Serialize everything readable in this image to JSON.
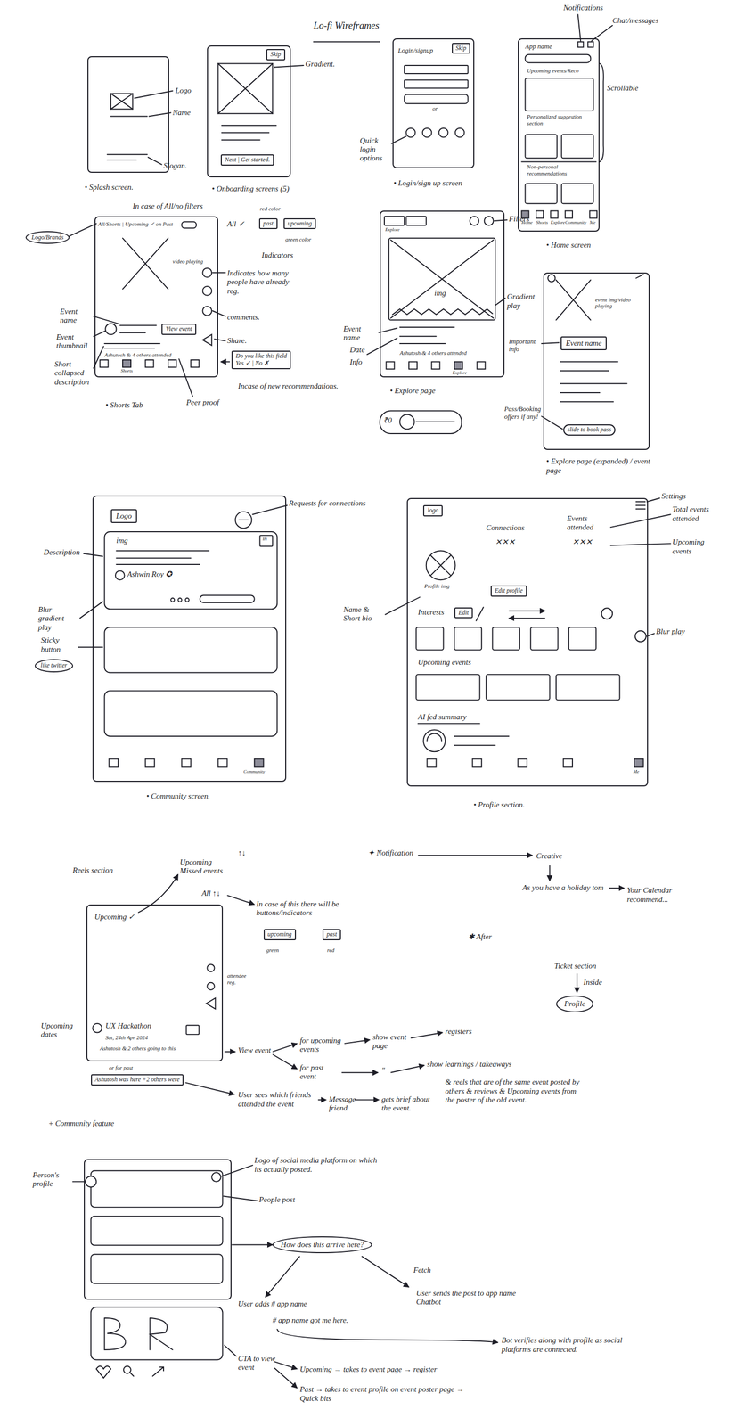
{
  "diagram": {
    "title": "Lo-fi Wireframes",
    "nodes": [
      {
        "text": [
          "• Splash screen."
        ]
      },
      {
        "text": [
          "• Onboarding screens (5)"
        ]
      },
      {
        "text": [
          "Skip"
        ],
        "in": 1
      },
      {
        "text": [
          "Next | Get started."
        ],
        "in": 1
      },
      {
        "text": [
          "• Login/sign up screen"
        ]
      },
      {
        "text": [
          "Skip"
        ],
        "in": 4
      },
      {
        "text": [
          "• Home screen"
        ]
      },
      {
        "text": [
          "• Shorts Tab"
        ]
      },
      {
        "text": [
          "View event"
        ],
        "in": 7
      },
      {
        "text": [
          "• Explore page"
        ]
      },
      {
        "text": [
          "• Explore page (expanded) / event page"
        ]
      },
      {
        "text": [
          "Event name"
        ],
        "in": 10
      },
      {
        "text": [
          "slide to book pass"
        ],
        "in": 10
      },
      {
        "text": [
          "Do you like this field",
          "Yes ✓ | No ✗"
        ]
      },
      {
        "text": [
          "past"
        ]
      },
      {
        "text": [
          "upcoming"
        ]
      },
      {
        "text": [
          "Logo/Brands"
        ]
      },
      {
        "text": [
          "• Community screen."
        ]
      },
      {
        "text": [
          "Logo"
        ],
        "in": 17
      },
      {
        "text": [
          "like twitter"
        ]
      },
      {
        "text": [
          "• Profile section."
        ]
      },
      {
        "text": [
          "logo"
        ],
        "in": 20
      },
      {
        "text": [
          "Edit profile"
        ],
        "in": 20
      },
      {
        "text": [
          "Edit"
        ],
        "in": 20
      },
      {
        "text": [
          "Upcoming ✓"
        ]
      },
      {
        "text": [
          "Ashutosh was here +2 others were"
        ]
      },
      {
        "text": [
          "upcoming"
        ]
      },
      {
        "text": [
          "past"
        ]
      },
      {
        "text": [
          "Profile"
        ]
      },
      {
        "text": [
          "+ Community feature"
        ]
      },
      {
        "text": [
          "How does this arrive here?"
        ]
      }
    ],
    "edges": [
      {
        "from": 29,
        "to": 30,
        "arrow": "to"
      }
    ],
    "labels": [
      "Logo",
      "Name",
      "Slogan.",
      "Gradient.",
      "Login/signup",
      "or",
      "Quick login options",
      "App name",
      "Notifications",
      "Chat/messages",
      "Upcoming events/Reco",
      "Scrollable",
      "Personalized suggestion section",
      "Non-personal recommendations",
      "Home",
      "Shorts",
      "Explore",
      "Community",
      "Me",
      "In case of All/no filters",
      "All/Shorts | Upcoming ✓ on Past",
      "All ✓",
      "red color",
      "green color",
      "Indicators",
      "video playing",
      "Indicates how many people have already reg.",
      "comments.",
      "Share.",
      "Incase of new recommendations.",
      "Event name",
      "Event thumbnail",
      "Short collapsed description",
      "Ashutosh & 4 others attended",
      "Shorts",
      "Peer proof",
      "Explore",
      "Filters",
      "img",
      "Gradient play",
      "Event name",
      "Date",
      "Info",
      "Ashutosh & 4 others attended",
      "Explore",
      "₹0",
      "event img/video playing",
      "Important info",
      "Pass/Booking offers if any!",
      "Requests for connections",
      "img",
      "Description",
      "Ashwin Roy ✪",
      "in",
      "Blur gradient play",
      "Sticky button",
      "Community",
      "Connections",
      "✕✕✕",
      "Events attended",
      "✕✕✕",
      "Profile img",
      "Settings",
      "Total events attended",
      "Upcoming events",
      "Name & Short bio",
      "Interests",
      "Blur play",
      "Upcoming events",
      "AI fed summary",
      "Me",
      "Reels section",
      "Upcoming Missed events",
      "↑↓",
      "All ↑↓",
      "In case of this there will be buttons/indicators",
      "green",
      "red",
      "attendee reg.",
      "UX Hackathon",
      "Sat, 24th Apr 2024",
      "Ashutosh & 2 others going to this",
      "or for past",
      "Upcoming dates",
      "View event",
      "for upcoming events",
      "show event page",
      "registers",
      "for past event",
      "″",
      "show learnings / takeaways",
      "& reels that are of the same event posted by others & reviews & Upcoming events from the poster of the old event.",
      "User sees which friends attended the event",
      "Message friend",
      "gets brief about the event.",
      "✦ Notification",
      "Creative",
      "As you have a holiday tom",
      "Your Calendar recommend...",
      "✱ After",
      "Ticket section",
      "Inside",
      "Person's profile",
      "Logo of social media platform on which its actually posted.",
      "People post",
      "Fetch",
      "User adds # app name",
      "User sends the post to app name Chatbot",
      "# app name got me here.",
      "Bot verifies along with profile as social platforms are connected.",
      "CTA to view event",
      "Upcoming → takes to event page → register",
      "Past → takes to event profile on event poster page → Quick bits"
    ]
  }
}
